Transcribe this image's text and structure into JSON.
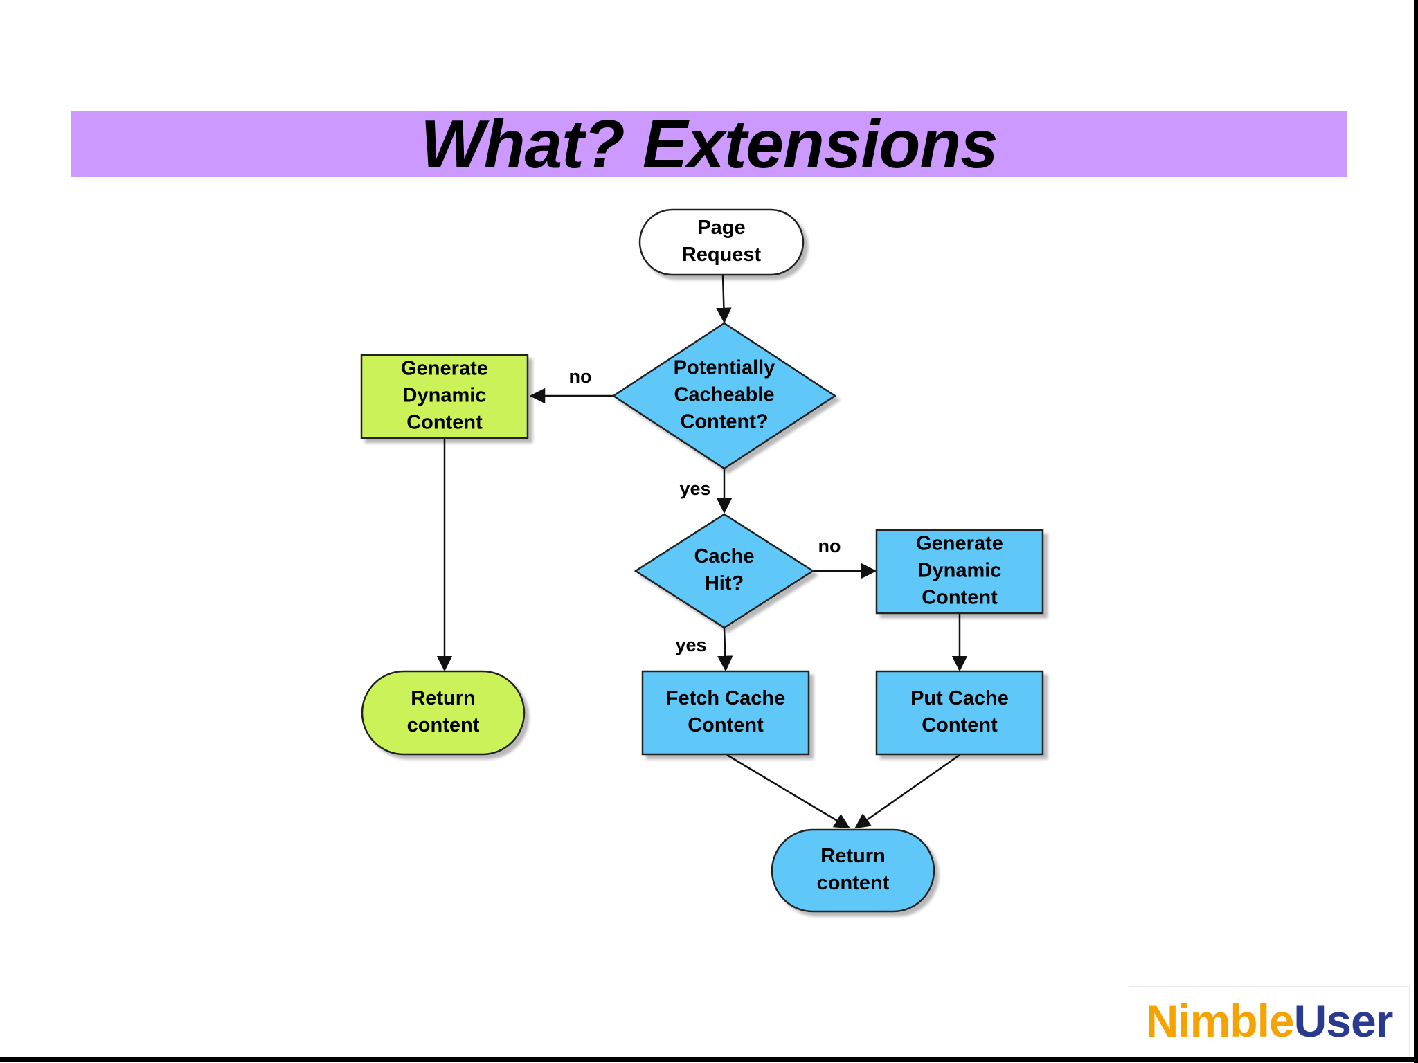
{
  "slide": {
    "title": "What? Extensions"
  },
  "colors": {
    "title_band": "#cc99ff",
    "green": "#ccf25a",
    "blue": "#5ec8f8",
    "white": "#ffffff",
    "stroke": "#222222",
    "logo_nimble": "#f5a300",
    "logo_user": "#2a3a8e"
  },
  "flowchart": {
    "nodes": {
      "page_request": {
        "shape": "terminal",
        "lines": [
          "Page",
          "Request"
        ]
      },
      "cacheable": {
        "shape": "decision",
        "lines": [
          "Potentially",
          "Cacheable",
          "Content?"
        ]
      },
      "gen_left": {
        "shape": "process",
        "lines": [
          "Generate",
          "Dynamic",
          "Content"
        ]
      },
      "return_left": {
        "shape": "terminal",
        "lines": [
          "Return",
          "content"
        ]
      },
      "cache_hit": {
        "shape": "decision",
        "lines": [
          "Cache",
          "Hit?"
        ]
      },
      "gen_right": {
        "shape": "process",
        "lines": [
          "Generate",
          "Dynamic",
          "Content"
        ]
      },
      "fetch_cache": {
        "shape": "process",
        "lines": [
          "Fetch Cache",
          "Content"
        ]
      },
      "put_cache": {
        "shape": "process",
        "lines": [
          "Put Cache",
          "Content"
        ]
      },
      "return_bottom": {
        "shape": "terminal",
        "lines": [
          "Return",
          "content"
        ]
      }
    },
    "edges": [
      {
        "from": "page_request",
        "to": "cacheable",
        "label": ""
      },
      {
        "from": "cacheable",
        "to": "gen_left",
        "label": "no"
      },
      {
        "from": "cacheable",
        "to": "cache_hit",
        "label": "yes"
      },
      {
        "from": "gen_left",
        "to": "return_left",
        "label": ""
      },
      {
        "from": "cache_hit",
        "to": "gen_right",
        "label": "no"
      },
      {
        "from": "cache_hit",
        "to": "fetch_cache",
        "label": "yes"
      },
      {
        "from": "gen_right",
        "to": "put_cache",
        "label": ""
      },
      {
        "from": "fetch_cache",
        "to": "return_bottom",
        "label": ""
      },
      {
        "from": "put_cache",
        "to": "return_bottom",
        "label": ""
      }
    ]
  },
  "logo": {
    "part1": "Nimble",
    "part2": "User"
  }
}
